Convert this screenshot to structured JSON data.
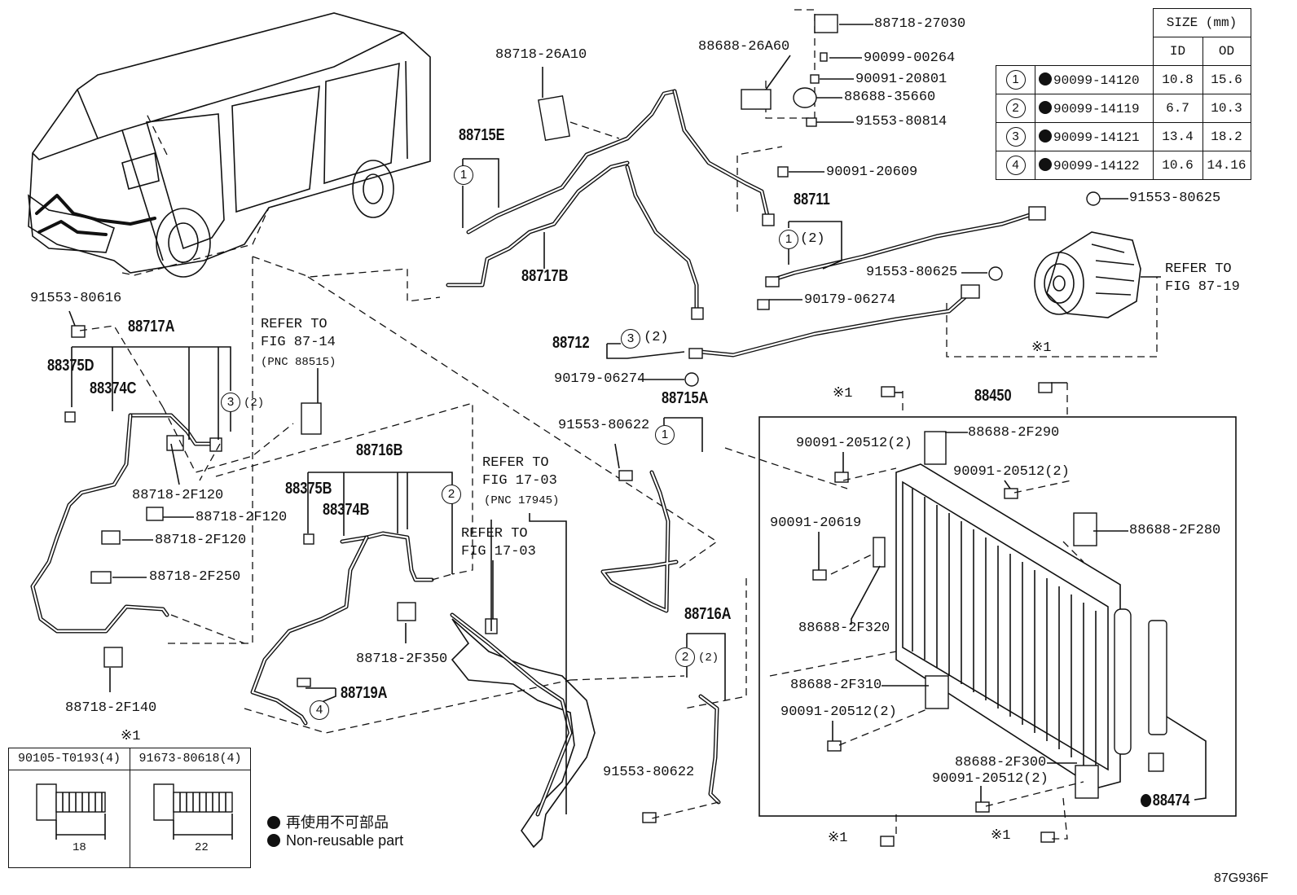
{
  "diagram_code": "87G936F",
  "size_table": {
    "header": "SIZE (mm)",
    "col_id": "ID",
    "col_od": "OD",
    "rows": [
      {
        "num": "1",
        "part": "90099-14120",
        "id": "10.8",
        "od": "15.6"
      },
      {
        "num": "2",
        "part": "90099-14119",
        "id": "6.7",
        "od": "10.3"
      },
      {
        "num": "3",
        "part": "90099-14121",
        "id": "13.4",
        "od": "18.2"
      },
      {
        "num": "4",
        "part": "90099-14122",
        "id": "10.6",
        "od": "14.16"
      }
    ]
  },
  "labels": {
    "p88718_26A10": "88718-26A10",
    "p88715E": "88715E",
    "p88717B": "88717B",
    "p88688_26A60": "88688-26A60",
    "p88718_27030": "88718-27030",
    "p90099_00264": "90099-00264",
    "p90091_20801": "90091-20801",
    "p88688_35660": "88688-35660",
    "p91553_80814": "91553-80814",
    "p90091_20609": "90091-20609",
    "p88711": "88711",
    "p88711_q": "(2)",
    "p91553_80625a": "91553-80625",
    "p91553_80625b": "91553-80625",
    "p90179_06274a": "90179-06274",
    "refer_87_19a": "REFER TO",
    "refer_87_19b": "FIG 87-19",
    "p88712": "88712",
    "p88712_q": "(2)",
    "p90179_06274b": "90179-06274",
    "p88715A": "88715A",
    "p91553_80622a": "91553-80622",
    "p88450": "88450",
    "mark_x1a": "※1",
    "mark_x1b": "※1",
    "mark_x1c": "※1",
    "mark_x1d": "※1",
    "mark_x1e": "※1",
    "p88688_2F290": "88688-2F290",
    "p90091_20512a": "90091-20512(2)",
    "p90091_20512b": "90091-20512(2)",
    "p90091_20619": "90091-20619",
    "p88688_2F280": "88688-2F280",
    "p88688_2F320": "88688-2F320",
    "p88688_2F310": "88688-2F310",
    "p90091_20512c": "90091-20512(2)",
    "p88688_2F300": "88688-2F300",
    "p90091_20512d": "90091-20512(2)",
    "p88474": "88474",
    "p91553_80616": "91553-80616",
    "p88717A": "88717A",
    "p88717A_q": "(2)",
    "p88375D": "88375D",
    "p88374C": "88374C",
    "refer_87_14a": "REFER TO",
    "refer_87_14b": "FIG 87-14",
    "refer_87_14c": "(PNC 88515)",
    "p88718_2F120a": "88718-2F120",
    "p88718_2F120b": "88718-2F120",
    "p88718_2F120c": "88718-2F120",
    "p88718_2F250": "88718-2F250",
    "p88718_2F140": "88718-2F140",
    "p88716B": "88716B",
    "p88375B": "88375B",
    "p88374B": "88374B",
    "refer_17_03a": "REFER TO",
    "refer_17_03b": "FIG 17-03",
    "refer_17_03c": "(PNC 17945)",
    "refer_17_03d": "REFER TO",
    "refer_17_03e": "FIG 17-03",
    "p88718_2F350": "88718-2F350",
    "p88719A": "88719A",
    "p88716A": "88716A",
    "p88716A_q": "(2)",
    "p91553_80622b": "91553-80622"
  },
  "circles": {
    "c88715E": "1",
    "c88711": "1",
    "c88712": "3",
    "c88715A": "1",
    "c88717A": "3",
    "c88716B": "2",
    "c88716A": "2",
    "c88719A": "4"
  },
  "bolts": {
    "note": "※1",
    "left_part": "90105-T0193(4)",
    "right_part": "91673-80618(4)",
    "left_len": "18",
    "right_len": "22"
  },
  "legend": {
    "jp": "再使用不可部品",
    "en": "Non-reusable part"
  }
}
